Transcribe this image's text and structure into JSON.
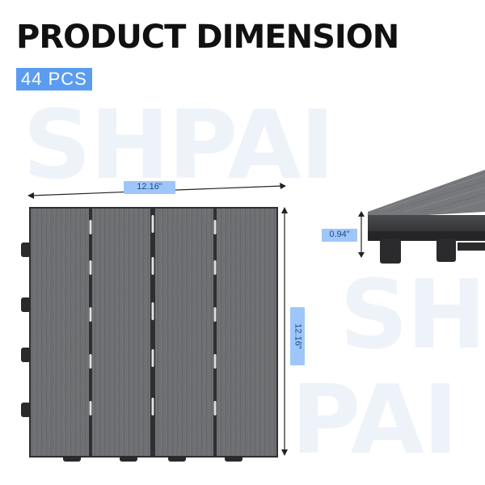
{
  "header": {
    "title": "PRODUCT DIMENSION",
    "badge": "44 PCS"
  },
  "watermark": {
    "line1": "SHPAI",
    "line2": "SH",
    "line3": "PAI"
  },
  "dimensions": {
    "width": "12.16\"",
    "height": "12.16\"",
    "thickness": "0.94\""
  },
  "colors": {
    "accent": "#5b9cf0",
    "label_bg": "#9ec6f8",
    "tile": "#6c6d70",
    "tile_dark": "#2c2c2e"
  }
}
